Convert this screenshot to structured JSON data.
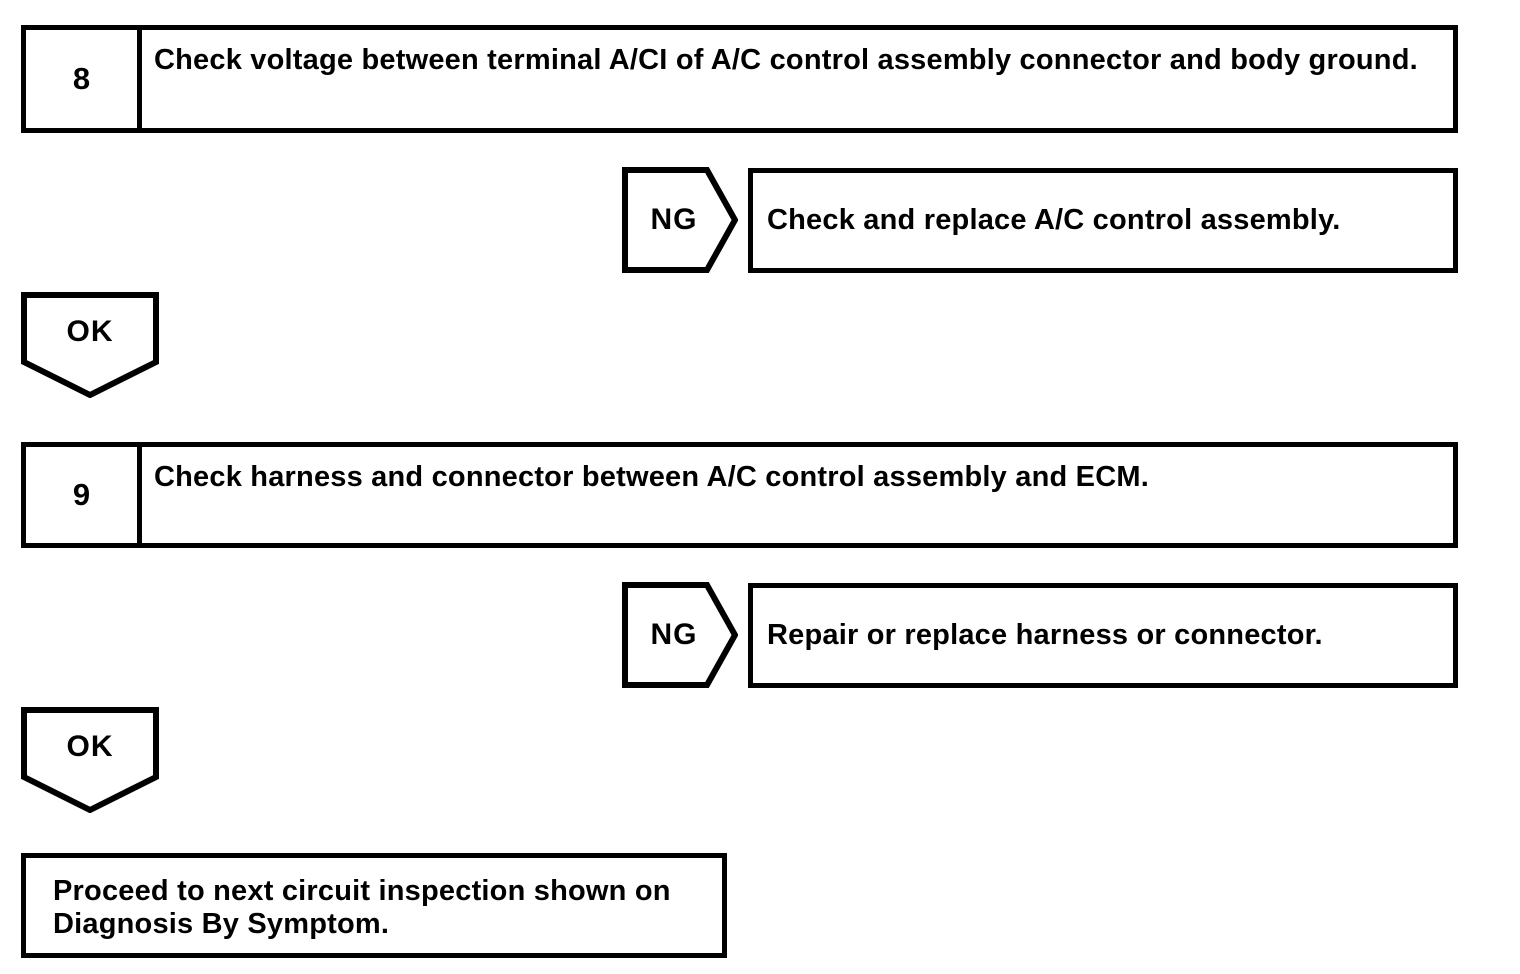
{
  "colors": {
    "background": "#ffffff",
    "line": "#000000",
    "text": "#000000"
  },
  "flowchart": {
    "steps": [
      {
        "number": "8",
        "instruction": "Check voltage between terminal A/CI of A/C control assembly connector and body ground.",
        "ng_label": "NG",
        "ng_action": "Check and replace A/C control assembly.",
        "ok_label": "OK"
      },
      {
        "number": "9",
        "instruction": "Check harness and connector between A/C control assembly and ECM.",
        "ng_label": "NG",
        "ng_action": "Repair or replace harness or connector.",
        "ok_label": "OK"
      }
    ],
    "terminal": {
      "line1": "Proceed to next circuit inspection shown on",
      "line2": "Diagnosis By Symptom."
    }
  }
}
